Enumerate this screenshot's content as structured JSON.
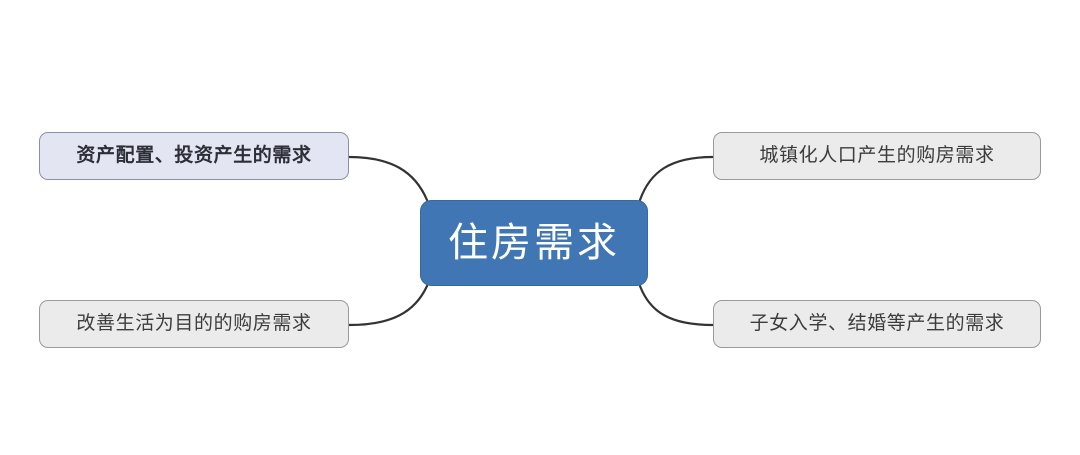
{
  "diagram": {
    "type": "mind-map",
    "background_color": "#ffffff",
    "center": {
      "label": "住房需求",
      "fill_color": "#4076b4",
      "text_color": "#ffffff",
      "border_color": "#35699f"
    },
    "connector": {
      "color": "#333333",
      "width": 2.2
    },
    "branches": [
      {
        "id": "top-left",
        "label": "资产配置、投资产生的需求",
        "position": "top-left",
        "fill_color": "#e3e6f2",
        "border_color": "#8b8fa6",
        "text_color": "#2e2e38",
        "emphasis": "bold"
      },
      {
        "id": "top-right",
        "label": "城镇化人口产生的购房需求",
        "position": "top-right",
        "fill_color": "#ebebeb",
        "border_color": "#9a9a9a",
        "text_color": "#3c3c3c",
        "emphasis": "normal"
      },
      {
        "id": "bottom-left",
        "label": "改善生活为目的的购房需求",
        "position": "bottom-left",
        "fill_color": "#ebebeb",
        "border_color": "#9a9a9a",
        "text_color": "#3c3c3c",
        "emphasis": "normal"
      },
      {
        "id": "bottom-right",
        "label": "子女入学、结婚等产生的需求",
        "position": "bottom-right",
        "fill_color": "#ebebeb",
        "border_color": "#9a9a9a",
        "text_color": "#3c3c3c",
        "emphasis": "normal"
      }
    ]
  }
}
